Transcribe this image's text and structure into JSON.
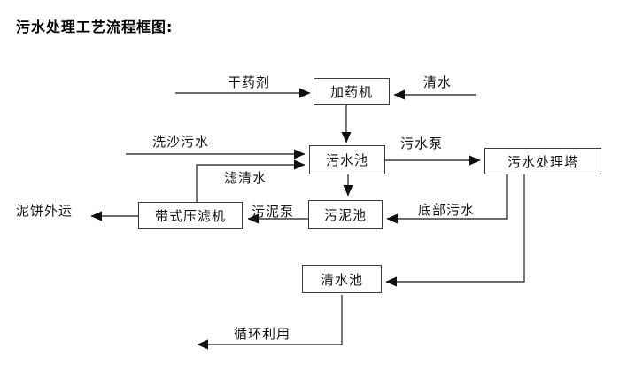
{
  "title": "污水处理工艺流程框图:",
  "boxes": {
    "dosing_machine": "加药机",
    "sewage_pool": "污水池",
    "treatment_tower": "污水处理塔",
    "sludge_pool": "污泥池",
    "belt_filter_press": "带式压滤机",
    "clean_water_pool": "清水池"
  },
  "edge_labels": {
    "dry_agent": "干药剂",
    "clean_water": "清水",
    "sand_washing_sewage": "洗沙污水",
    "sewage_pump": "污水泵",
    "filtered_water": "滤清水",
    "sludge_pump": "污泥泵",
    "bottom_sewage": "底部污水",
    "mud_cake_transport": "泥饼外运",
    "recycling": "循环利用"
  },
  "connections": [
    {
      "from": "dry_agent",
      "to": "dosing_machine"
    },
    {
      "from": "clean_water",
      "to": "dosing_machine"
    },
    {
      "from": "dosing_machine",
      "to": "sewage_pool"
    },
    {
      "from": "sand_washing_sewage",
      "to": "sewage_pool"
    },
    {
      "from": "belt_filter_press",
      "to": "sewage_pool",
      "label": "滤清水"
    },
    {
      "from": "sewage_pool",
      "to": "treatment_tower",
      "label": "污水泵"
    },
    {
      "from": "sewage_pool",
      "to": "sludge_pool"
    },
    {
      "from": "treatment_tower",
      "to": "sludge_pool",
      "label": "底部污水"
    },
    {
      "from": "treatment_tower",
      "to": "clean_water_pool"
    },
    {
      "from": "sludge_pool",
      "to": "belt_filter_press",
      "label": "污泥泵"
    },
    {
      "from": "belt_filter_press",
      "to": "mud_cake_transport"
    },
    {
      "from": "clean_water_pool",
      "to": "recycling"
    }
  ],
  "colors": {
    "background": "#ffffff",
    "line": "#3d3d3d",
    "arrowhead": "#111111",
    "text": "#111111"
  }
}
